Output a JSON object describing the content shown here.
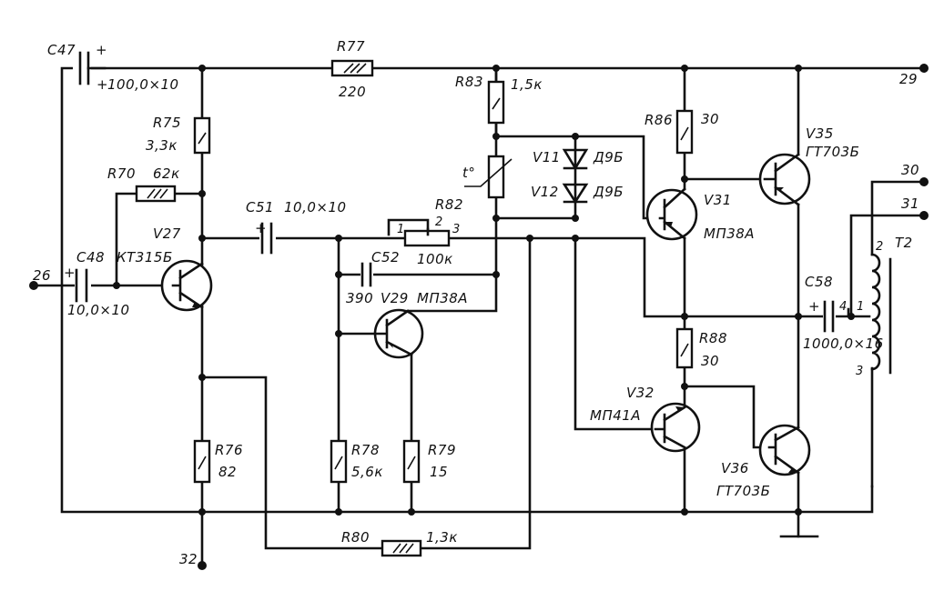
{
  "components": {
    "C47": {
      "ref": "C47",
      "value": "100,0×10"
    },
    "R77": {
      "ref": "R77",
      "value": "220"
    },
    "R83": {
      "ref": "R83",
      "value": "1,5к"
    },
    "R86": {
      "ref": "R86",
      "value": "30"
    },
    "V35": {
      "ref": "V35",
      "value": "ГТ703Б"
    },
    "R75": {
      "ref": "R75",
      "value": "3,3к"
    },
    "R70": {
      "ref": "R70",
      "value": "62к"
    },
    "V11": {
      "ref": "V11",
      "value": "Д9Б"
    },
    "V12": {
      "ref": "V12",
      "value": "Д9Б"
    },
    "V31": {
      "ref": "V31",
      "value": "МП38А"
    },
    "C51": {
      "ref": "C51",
      "value": "10,0×10"
    },
    "R82": {
      "ref": "R82",
      "value": "100к"
    },
    "V27": {
      "ref": "V27",
      "value": "КТ315Б"
    },
    "C48": {
      "ref": "C48",
      "value": "10,0×10"
    },
    "C52": {
      "ref": "C52",
      "value": "390"
    },
    "V29": {
      "ref": "V29",
      "value": "МП38А"
    },
    "T2": {
      "ref": "T2"
    },
    "C58": {
      "ref": "C58",
      "value": "1000,0×16"
    },
    "R88": {
      "ref": "R88",
      "value": "30"
    },
    "V32": {
      "ref": "V32",
      "value": "МП41А"
    },
    "V36": {
      "ref": "V36",
      "value": "ГТ703Б"
    },
    "R76": {
      "ref": "R76",
      "value": "82"
    },
    "R78": {
      "ref": "R78",
      "value": "5,6к"
    },
    "R79": {
      "ref": "R79",
      "value": "15"
    },
    "R80": {
      "ref": "R80",
      "value": "1,3к"
    }
  },
  "terminals": {
    "t29": "29",
    "t30": "30",
    "t31": "31",
    "t26": "26",
    "t32": "32"
  },
  "pins": {
    "r82_1": "1",
    "r82_2": "2",
    "r82_3": "3",
    "c58_4": "4",
    "c58_1": "1",
    "t2_2": "2",
    "t2_3": "3",
    "plus": "+"
  },
  "thermistor": "t°"
}
